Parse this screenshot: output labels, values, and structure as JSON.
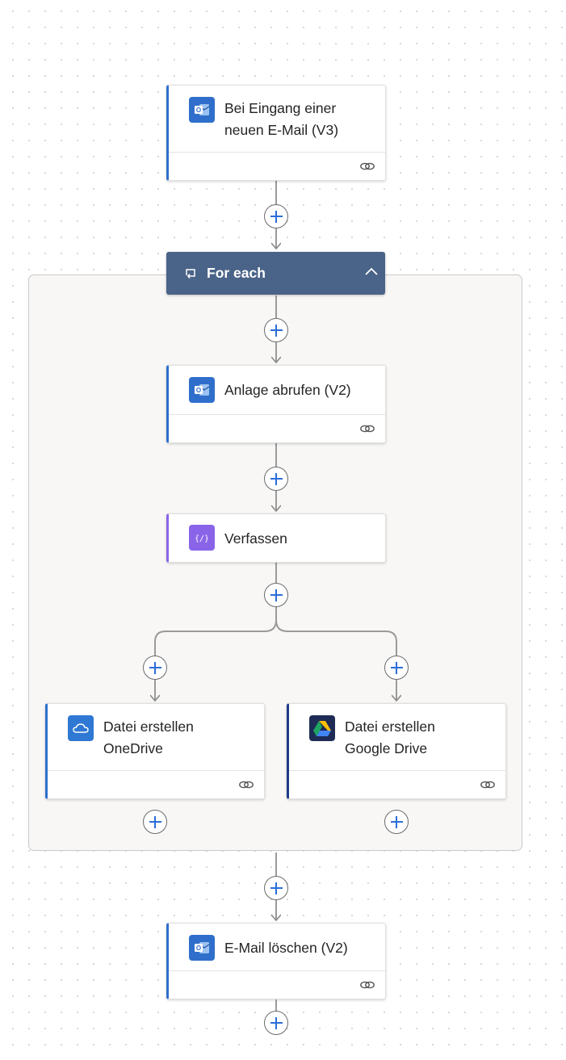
{
  "steps": {
    "trigger": {
      "title": "Bei Eingang einer neuen E-Mail (V3)",
      "icon": "outlook-icon"
    },
    "foreach": {
      "label": "For each",
      "icon": "loop-icon",
      "collapse_icon": "chevron-up-icon"
    },
    "get_attachment": {
      "title": "Anlage abrufen (V2)",
      "icon": "outlook-icon"
    },
    "compose": {
      "title": "Verfassen",
      "icon": "compose-icon"
    },
    "create_onedrive": {
      "title": "Datei erstellen OneDrive",
      "icon": "onedrive-icon"
    },
    "create_gdrive": {
      "title": "Datei erstellen Google Drive",
      "icon": "google-drive-icon"
    },
    "delete_mail": {
      "title": "E-Mail löschen (V2)",
      "icon": "outlook-icon"
    }
  },
  "colors": {
    "outlook_accent": "#2f6fcb",
    "compose_accent": "#8a64e8",
    "onedrive_accent": "#2f6fcb",
    "gdrive_accent": "#1f3a8a",
    "foreach_header": "#4a6388",
    "add_step_plus": "#2b6ed9"
  }
}
